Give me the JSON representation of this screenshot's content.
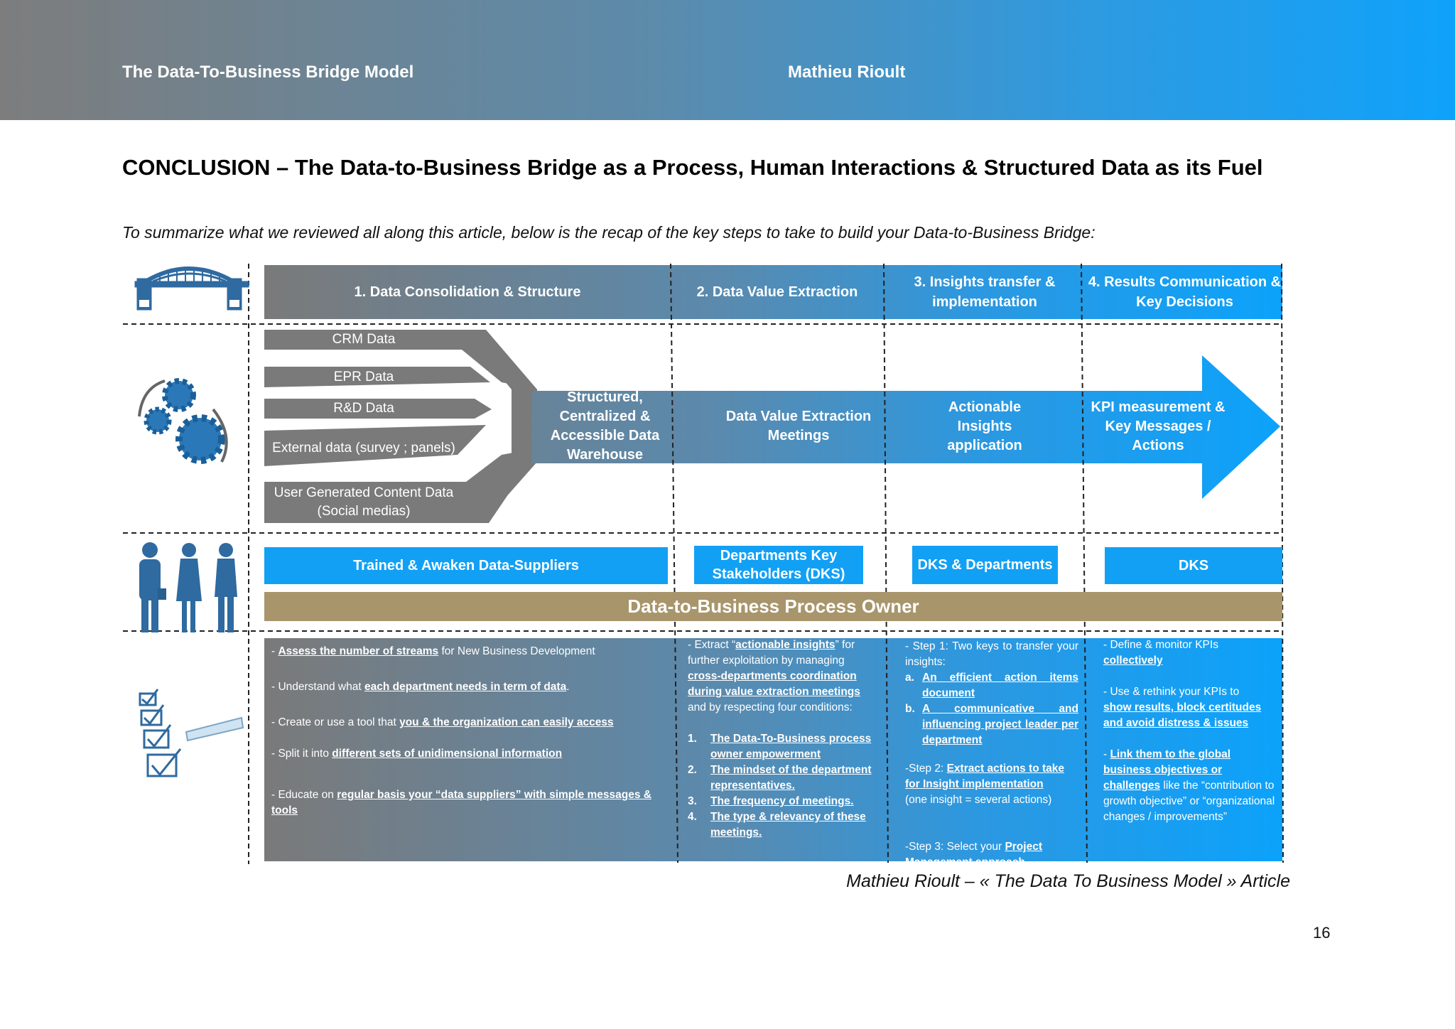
{
  "header": {
    "left": "The Data-To-Business Bridge Model",
    "right": "Mathieu Rioult"
  },
  "title": "CONCLUSION – The Data-to-Business Bridge as a Process, Human Interactions & Structured Data as its Fuel",
  "intro": "To summarize what we reviewed all along this article, below is the recap of the key steps to take to build your Data-to-Business Bridge:",
  "phases": [
    "1. Data Consolidation & Structure",
    "2. Data Value Extraction",
    "3. Insights transfer & implementation",
    "4. Results Communication & Key Decisions"
  ],
  "sources": [
    "CRM Data",
    "EPR Data",
    "R&D Data",
    "External data (survey ; panels)",
    "User Generated Content Data (Social medias)"
  ],
  "flow": [
    "Structured, Centralized & Accessible Data Warehouse",
    "Data Value Extraction Meetings",
    "Actionable Insights application",
    "KPI measurement & Key Messages / Actions"
  ],
  "people": [
    "Trained & Awaken Data-Suppliers",
    "Departments Key Stakeholders (DKS)",
    "DKS & Departments",
    "DKS"
  ],
  "owner": "Data-to-Business Process Owner",
  "col1": [
    {
      "pre": "- ",
      "u": "Assess the number of streams",
      "post": " for New Business Development"
    },
    {
      "pre": "- Understand what ",
      "u": "each department needs in term of data",
      "post": "."
    },
    {
      "pre": "- Create or use a tool that ",
      "u": "you & the organization can easily access",
      "post": ""
    },
    {
      "pre": "- Split it into ",
      "u": "different sets of unidimensional information",
      "post": ""
    },
    {
      "pre": "- Educate on ",
      "u": "regular basis your “data suppliers” with simple messages & tools",
      "post": ""
    }
  ],
  "col2": {
    "i1": "- Extract “",
    "u1": "actionable insights",
    "i2": "” for further exploitation by managing ",
    "u2": "cross-departments coordination during value extraction meetings",
    "i3": " and by respecting four conditions:",
    "items": [
      {
        "n": "1.",
        "t": "The Data-To-Business process owner empowerment"
      },
      {
        "n": "2.",
        "t": "The mindset of the department representatives."
      },
      {
        "n": "3.",
        "t": "The frequency of meetings."
      },
      {
        "n": "4.",
        "t": "The type & relevancy of these meetings."
      }
    ]
  },
  "col3": {
    "s1": "- Step 1: Two keys to transfer your insights:",
    "items": [
      {
        "n": "a.",
        "t": "An efficient action items document"
      },
      {
        "n": "b.",
        "t": "A communicative and influencing project leader per department"
      }
    ],
    "s2a": "-Step 2: ",
    "s2u": "Extract actions to take for Insight implementation",
    "s2b": "(one insight = several actions)",
    "s3a": "-Step 3: Select your ",
    "s3u": "Project Management approach"
  },
  "col4": {
    "p1": "- Define & monitor KPIs",
    "u1": "collectively",
    "p2": "- Use & rethink your KPIs to",
    "u2": "show results, block certitudes and avoid distress & issues",
    "p3": "- ",
    "u3": "Link them to the global business objectives or challenges",
    "p4": " like the “contribution to growth objective” or “organizational changes / improvements”"
  },
  "caption": "Mathieu Rioult – « The Data To Business Model » Article",
  "page_number": "16"
}
